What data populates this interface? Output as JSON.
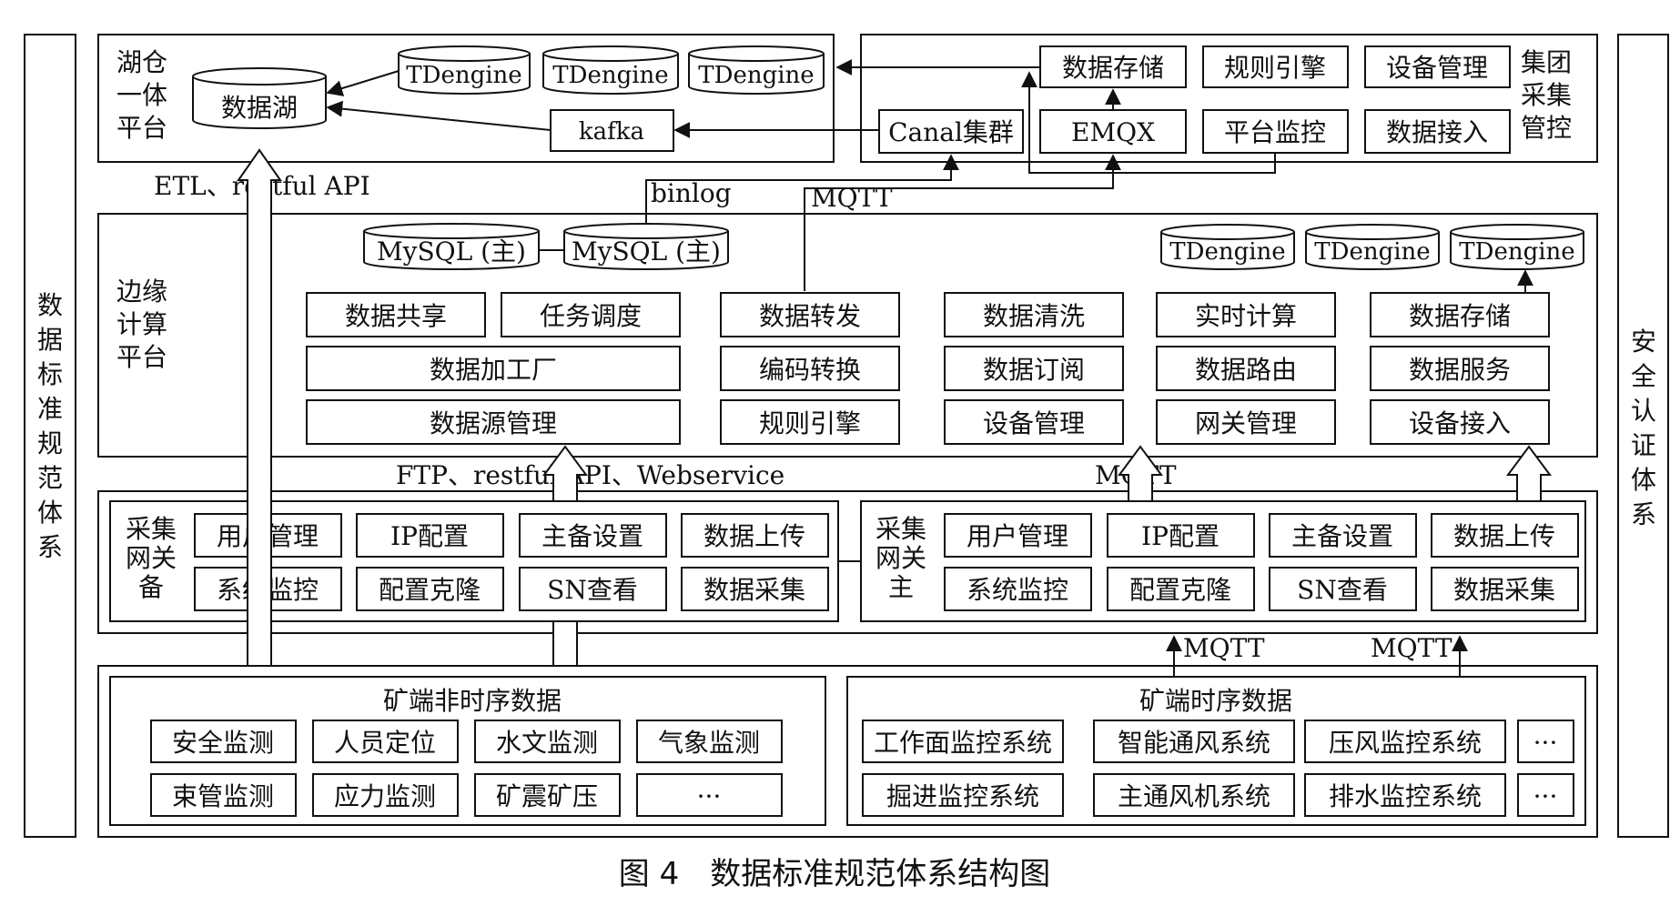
{
  "left_band": {
    "label": "数据标准规范体系"
  },
  "right_band": {
    "label": "安全认证体系"
  },
  "lakehouse": {
    "label": "湖仓一体平台",
    "data_lake": "数据湖",
    "tdengine_nodes": [
      "TDengine",
      "TDengine",
      "TDengine"
    ],
    "kafka": "kafka"
  },
  "group_platform": {
    "label": "集团采集管控",
    "items": [
      "数据存储",
      "规则引擎",
      "设备管理",
      "Canal集群",
      "EMQX",
      "平台监控",
      "数据接入"
    ]
  },
  "edge": {
    "label": "边缘计算平台",
    "mysql_nodes": [
      "MySQL (主)",
      "MySQL (主)"
    ],
    "tdengine_nodes": [
      "TDengine",
      "TDengine",
      "TDengine"
    ],
    "modules": [
      "数据共享",
      "任务调度",
      "数据转发",
      "数据清洗",
      "实时计算",
      "数据存储",
      "数据加工厂",
      "编码转换",
      "数据订阅",
      "数据路由",
      "数据服务",
      "数据源管理",
      "规则引擎",
      "设备管理",
      "网关管理",
      "设备接入"
    ]
  },
  "gateway_backup": {
    "label": "采集网关备",
    "items": [
      "用户管理",
      "IP配置",
      "主备设置",
      "数据上传",
      "系统监控",
      "配置克隆",
      "SN查看",
      "数据采集"
    ]
  },
  "gateway_main": {
    "label": "采集网关主",
    "items": [
      "用户管理",
      "IP配置",
      "主备设置",
      "数据上传",
      "系统监控",
      "配置克隆",
      "SN查看",
      "数据采集"
    ]
  },
  "non_ts": {
    "title": "矿端非时序数据",
    "items": [
      "安全监测",
      "人员定位",
      "水文监测",
      "气象监测",
      "束管监测",
      "应力监测",
      "矿震矿压",
      "···"
    ]
  },
  "ts": {
    "title": "矿端时序数据",
    "items": [
      "工作面监控系统",
      "智能通风系统",
      "压风监控系统",
      "···",
      "掘进监控系统",
      "主通风机系统",
      "排水监控系统",
      "···"
    ]
  },
  "labels": {
    "etl": "ETL、restful API",
    "binlog": "binlog",
    "mqtt_top": "MQTT",
    "ftp": "FTP、restful API、Webservice",
    "mqtt_mid": "MQTT",
    "mqtt_bottom_left": "MQTT",
    "mqtt_bottom_right": "MQTT"
  },
  "caption": "图 4　数据标准规范体系结构图"
}
